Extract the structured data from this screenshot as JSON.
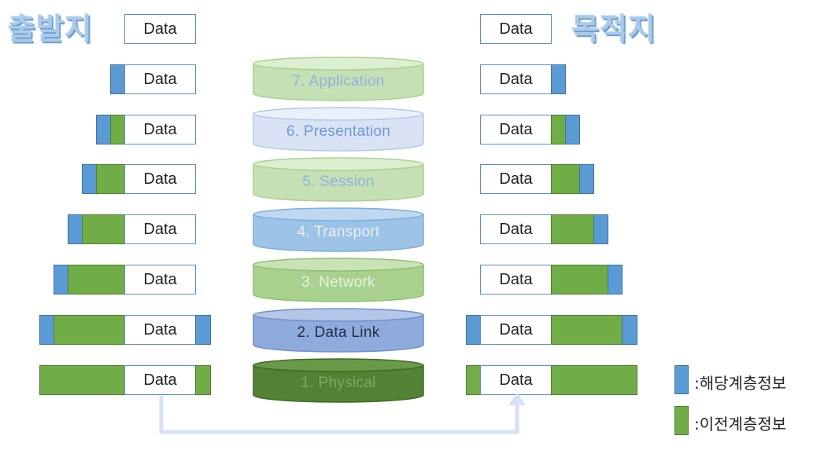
{
  "titles": {
    "source": "출발지",
    "destination": "목적지"
  },
  "data_label": "Data",
  "layers": [
    {
      "label": "7. Application",
      "fill": "#c5e0b4",
      "top": "#dcefd0",
      "text": "#8fb3de",
      "edge": "#a9d18e"
    },
    {
      "label": "6. Presentation",
      "fill": "#dae3f3",
      "top": "#eaf0f9",
      "text": "#6f9ad6",
      "edge": "#b4c7e7"
    },
    {
      "label": "5. Session",
      "fill": "#c5e0b4",
      "top": "#dcefd0",
      "text": "#8fb3de",
      "edge": "#a9d18e"
    },
    {
      "label": "4. Transport",
      "fill": "#9dc3e6",
      "top": "#c0d8ef",
      "text": "#e8f1fa",
      "edge": "#7eaedb"
    },
    {
      "label": "3. Network",
      "fill": "#a9d18e",
      "top": "#c9e3b7",
      "text": "#e6f2dc",
      "edge": "#8cc06d"
    },
    {
      "label": "2. Data Link",
      "fill": "#8faadc",
      "top": "#b4c7e7",
      "text": "#1f2d48",
      "edge": "#6f8fcf"
    },
    {
      "label": "1. Physical",
      "fill": "#548235",
      "top": "#6a9a48",
      "text": "#7ea866",
      "edge": "#3f6a26"
    }
  ],
  "legend": [
    {
      "color": "#5b9bd5",
      "label": ":해당계층정보"
    },
    {
      "color": "#70ad47",
      "label": ":이전계층정보"
    }
  ],
  "colors": {
    "blue": "#5b9bd5",
    "green": "#70ad47",
    "arrow": "#d6e2f4"
  }
}
